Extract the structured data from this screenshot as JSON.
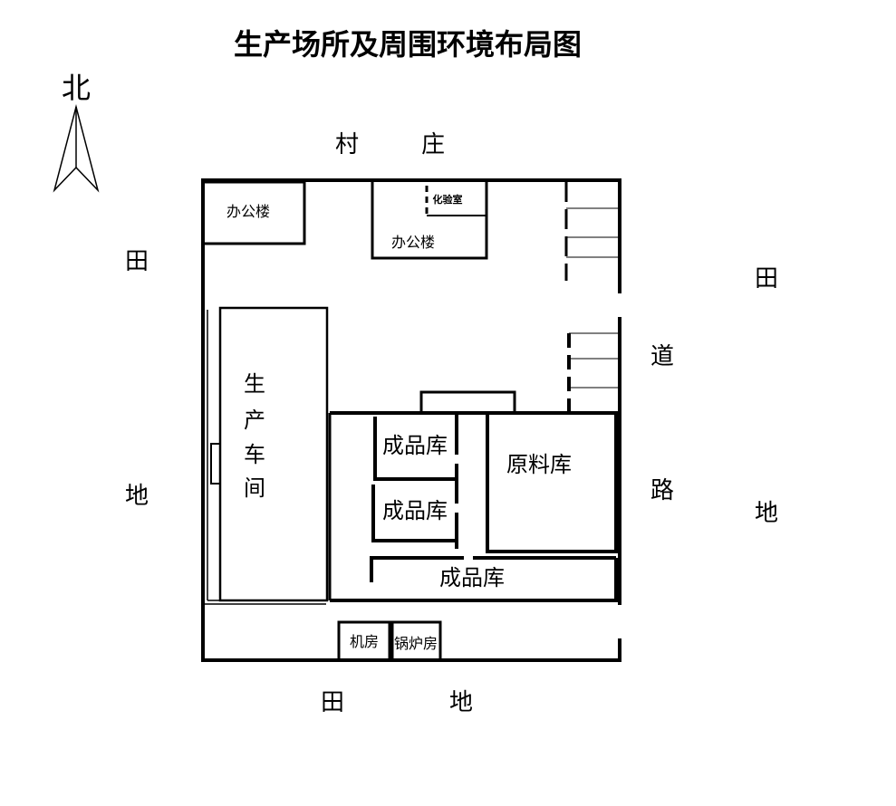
{
  "title": "生产场所及周围环境布局图",
  "compass": {
    "north_label": "北",
    "icon": "north-arrow-icon"
  },
  "surroundings": {
    "north_char_1": "村",
    "north_char_2": "庄",
    "west_char_1": "田",
    "west_char_2": "地",
    "east_char_1": "田",
    "east_char_2": "地",
    "south_char_1": "田",
    "south_char_2": "地",
    "road_char_1": "道",
    "road_char_2": "路"
  },
  "rooms": {
    "office_west": "办公楼",
    "office_north": "办公楼",
    "lab": "化验室",
    "workshop_chars": [
      "生",
      "产",
      "车",
      "间"
    ],
    "finished_store_1": "成品库",
    "finished_store_2": "成品库",
    "finished_store_3": "成品库",
    "raw_material_store": "原料库",
    "machine_room": "机房",
    "boiler_room": "锅炉房"
  },
  "colors": {
    "line": "#000000",
    "background": "#ffffff"
  }
}
